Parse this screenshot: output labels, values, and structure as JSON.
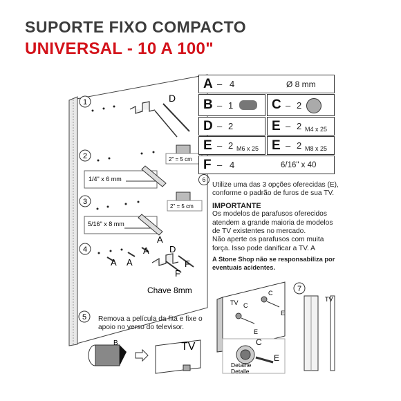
{
  "header": {
    "title_line1": "SUPORTE FIXO COMPACTO",
    "title_line2": "UNIVERSAL - 10 A 100\""
  },
  "parts": [
    {
      "letter": "A",
      "qty": "4",
      "spec": "Ø 8 mm"
    },
    {
      "letter": "B",
      "qty": "1",
      "spec": ""
    },
    {
      "letter": "C",
      "qty": "2",
      "spec": ""
    },
    {
      "letter": "D",
      "qty": "2",
      "spec": ""
    },
    {
      "letter": "E",
      "qty": "2",
      "spec": "M4 x 25"
    },
    {
      "letter": "E",
      "qty": "2",
      "spec": "M6 x 25"
    },
    {
      "letter": "E",
      "qty": "2",
      "spec": "M8 x 25"
    },
    {
      "letter": "F",
      "qty": "4",
      "spec": "6/16\" x 40"
    }
  ],
  "steps": {
    "s1": {
      "num": "1",
      "label_d": "D"
    },
    "s2": {
      "num": "2",
      "drill": "1/4\" x 6 mm",
      "depth": "2\" = 5 cm"
    },
    "s3": {
      "num": "3",
      "drill": "5/16\" x 8 mm",
      "depth": "2\" = 5 cm"
    },
    "s4": {
      "num": "4",
      "labels": [
        "A",
        "A",
        "A",
        "A",
        "D",
        "F",
        "F"
      ],
      "key": "Chave 8mm"
    },
    "s5": {
      "num": "5",
      "text_line1": "Remova a película da fita e fixe o",
      "text_line2": "apoio no verso do televisor.",
      "label_b": "B",
      "label_tv": "TV"
    },
    "s6": {
      "num": "6",
      "text_line1": "Utilize uma das 3 opções oferecidas (E),",
      "text_line2": "conforme o padrão de furos de sua TV."
    },
    "s7": {
      "num": "7",
      "label_tv": "TV"
    }
  },
  "important": {
    "heading": "IMPORTANTE",
    "lines": [
      "Os modelos de parafusos oferecidos",
      "atendem a grande maioria de modelos",
      "de TV existentes no mercado.",
      "Não aperte os parafusos com muita",
      "força. Isso pode danificar a TV. A"
    ],
    "warning_line1": "A Stone Shop não se responsabiliza por",
    "warning_line2": "eventuais acidentes."
  },
  "detail": {
    "tv": "TV",
    "c1": "C",
    "c2": "C",
    "e1": "E",
    "e2": "E",
    "c_big": "C",
    "e_big": "E",
    "caption1": "Detalhe",
    "caption2": "Detalle"
  },
  "colors": {
    "title_gray": "#3b3b3b",
    "title_red": "#d3121a"
  }
}
